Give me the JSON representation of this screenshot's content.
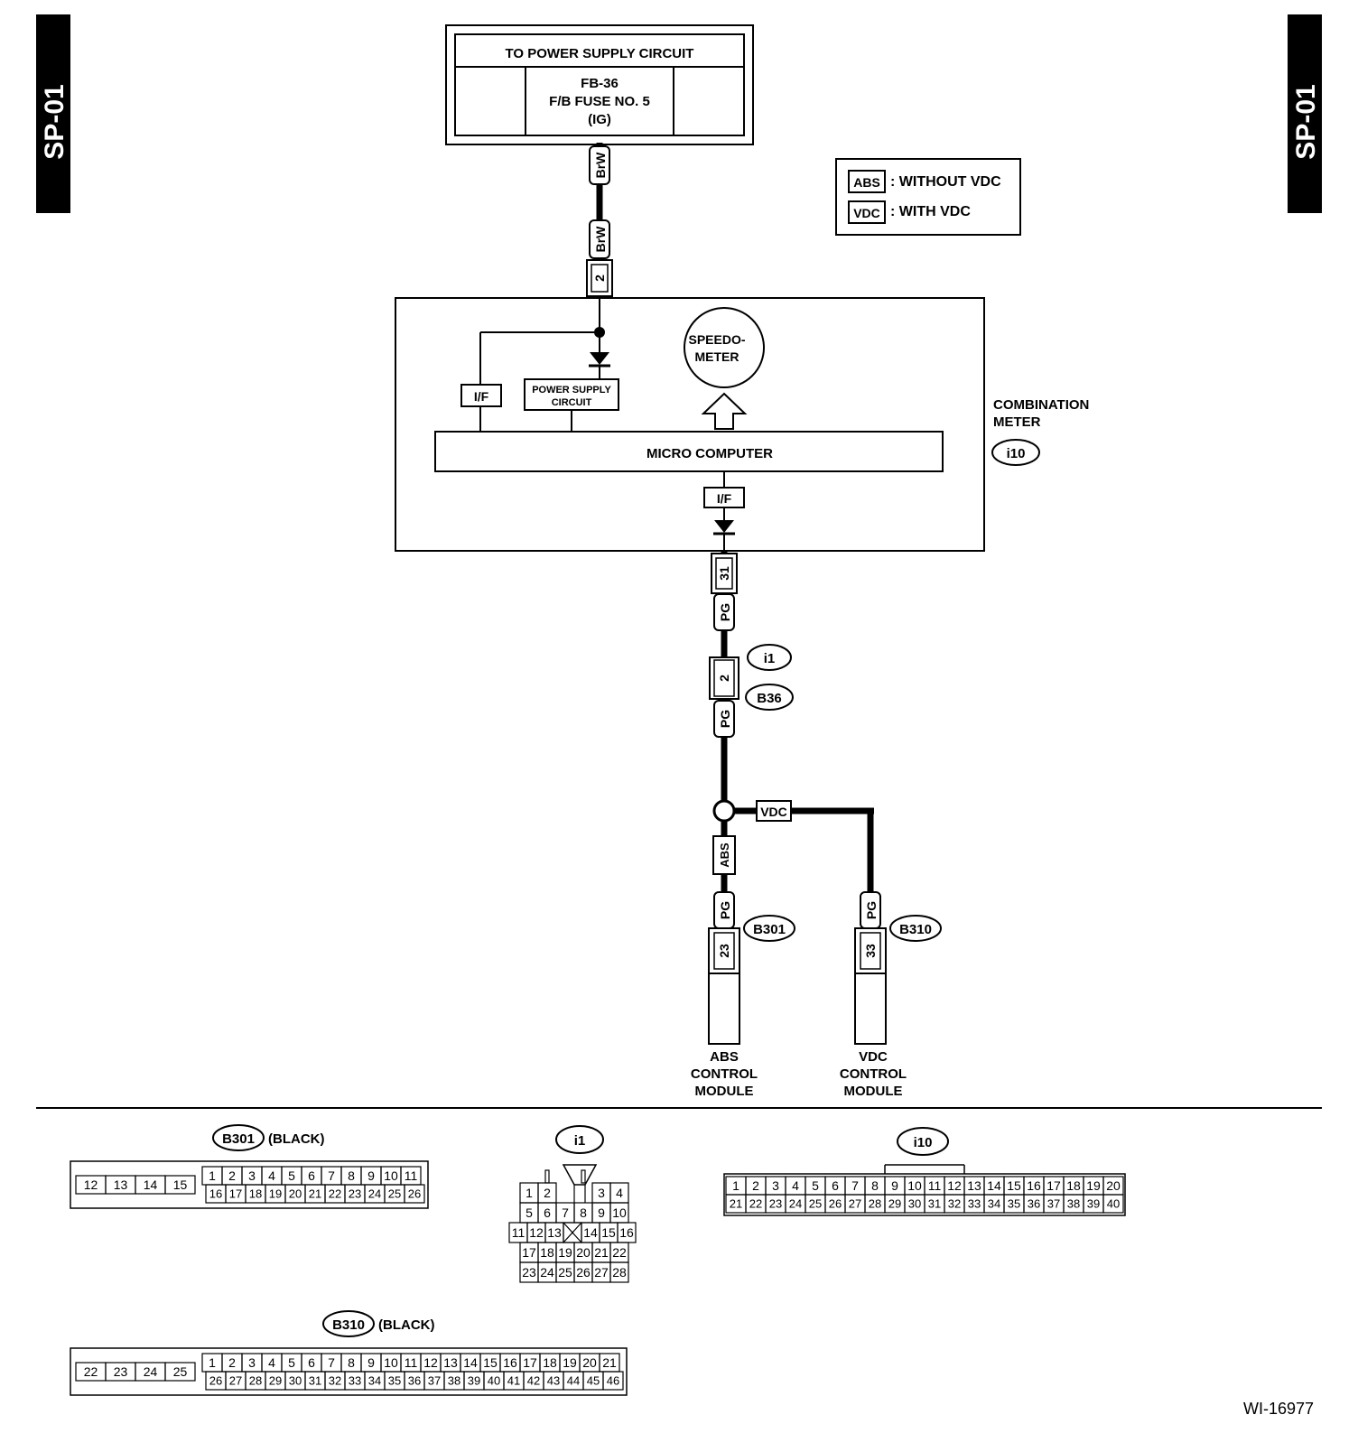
{
  "side_tabs": {
    "left": "SP-01",
    "right": "SP-01"
  },
  "power_supply": {
    "header": "TO POWER SUPPLY CIRCUIT",
    "line1": "FB-36",
    "line2": "F/B FUSE NO. 5",
    "line3": "(IG)"
  },
  "legend": {
    "abs_code": "ABS",
    "abs_desc": ": WITHOUT VDC",
    "vdc_code": "VDC",
    "vdc_desc": ": WITH VDC"
  },
  "wire_top": {
    "color_upper": "BrW",
    "color_lower": "BrW",
    "pin": "2"
  },
  "combination_meter": {
    "name_line1": "COMBINATION",
    "name_line2": "METER",
    "connector": "i10",
    "speedometer_line1": "SPEEDO-",
    "speedometer_line2": "METER",
    "interface_left": "I/F",
    "interface_bottom": "I/F",
    "power_circuit_line1": "POWER SUPPLY",
    "power_circuit_line2": "CIRCUIT",
    "micro_computer": "MICRO COMPUTER"
  },
  "meter_output": {
    "pin": "31",
    "wire_color_a": "PG",
    "junction_pin": "2",
    "junction_conn_upper": "i1",
    "junction_conn_lower": "B36",
    "wire_color_b": "PG"
  },
  "branches": {
    "vdc_label": "VDC",
    "abs_label": "ABS",
    "abs_wire": "PG",
    "abs_pin": "23",
    "abs_conn": "B301",
    "vdc_wire": "PG",
    "vdc_pin": "33",
    "vdc_conn": "B310"
  },
  "modules": {
    "abs_line1": "ABS",
    "abs_line2": "CONTROL",
    "abs_line3": "MODULE",
    "vdc_line1": "VDC",
    "vdc_line2": "CONTROL",
    "vdc_line3": "MODULE"
  },
  "connector_views": {
    "b301": {
      "name": "B301",
      "note": "(BLACK)",
      "left": [
        "12",
        "13",
        "14",
        "15"
      ],
      "top": [
        "1",
        "2",
        "3",
        "4",
        "5",
        "6",
        "7",
        "8",
        "9",
        "10",
        "11"
      ],
      "bottom": [
        "16",
        "17",
        "18",
        "19",
        "20",
        "21",
        "22",
        "23",
        "24",
        "25",
        "26"
      ]
    },
    "i1": {
      "name": "i1",
      "rows": [
        [
          "1",
          "2",
          "",
          "",
          "3",
          "4"
        ],
        [
          "5",
          "6",
          "7",
          "8",
          "9",
          "10"
        ],
        [
          "11",
          "12",
          "13",
          "X",
          "14",
          "15",
          "16"
        ],
        [
          "17",
          "18",
          "19",
          "20",
          "21",
          "22"
        ],
        [
          "23",
          "24",
          "25",
          "26",
          "27",
          "28"
        ]
      ]
    },
    "i10": {
      "name": "i10",
      "top": [
        "1",
        "2",
        "3",
        "4",
        "5",
        "6",
        "7",
        "8",
        "9",
        "10",
        "11",
        "12",
        "13",
        "14",
        "15",
        "16",
        "17",
        "18",
        "19",
        "20"
      ],
      "bottom": [
        "21",
        "22",
        "23",
        "24",
        "25",
        "26",
        "27",
        "28",
        "29",
        "30",
        "31",
        "32",
        "33",
        "34",
        "35",
        "36",
        "37",
        "38",
        "39",
        "40"
      ]
    },
    "b310": {
      "name": "B310",
      "note": "(BLACK)",
      "left": [
        "22",
        "23",
        "24",
        "25"
      ],
      "top": [
        "1",
        "2",
        "3",
        "4",
        "5",
        "6",
        "7",
        "8",
        "9",
        "10",
        "11",
        "12",
        "13",
        "14",
        "15",
        "16",
        "17",
        "18",
        "19",
        "20",
        "21"
      ],
      "bottom": [
        "26",
        "27",
        "28",
        "29",
        "30",
        "31",
        "32",
        "33",
        "34",
        "35",
        "36",
        "37",
        "38",
        "39",
        "40",
        "41",
        "42",
        "43",
        "44",
        "45",
        "46"
      ]
    }
  },
  "figure_code": "WI-16977"
}
